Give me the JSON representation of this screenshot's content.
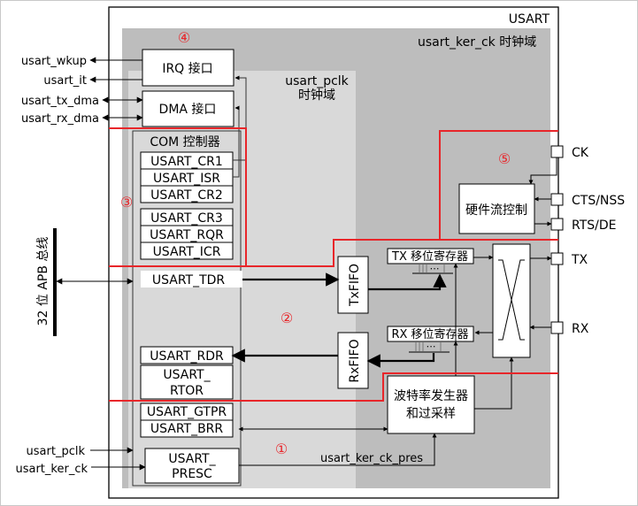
{
  "colors": {
    "outer_domain": "#b9b9b9",
    "pclk_domain": "#d9d9d9",
    "ker_domain": "#c4c4c4",
    "box": "#ffffff",
    "line": "#000000",
    "highlight": "#e8262a"
  },
  "titles": {
    "usart": "USART",
    "ker_domain": "usart_ker_ck  时钟域",
    "pclk_domain_line1": "usart_pclk",
    "pclk_domain_line2": "时钟域"
  },
  "bus_label": "32 位 APB 总线",
  "left_signals": {
    "wkup": "usart_wkup",
    "it": "usart_it",
    "tx_dma": "usart_tx_dma",
    "rx_dma": "usart_rx_dma",
    "pclk": "usart_pclk",
    "ker_ck": "usart_ker_ck"
  },
  "interfaces": {
    "irq": "IRQ 接口",
    "dma": "DMA 接口",
    "com": "COM 控制器"
  },
  "registers": {
    "cr1": "USART_CR1",
    "isr": "USART_ISR",
    "cr2": "USART_CR2",
    "cr3": "USART_CR3",
    "rqr": "USART_RQR",
    "icr": "USART_ICR",
    "tdr": "USART_TDR",
    "rdr": "USART_RDR",
    "rtor_line1": "USART_",
    "rtor_line2": "RTOR",
    "gtpr": "USART_GTPR",
    "brr": "USART_BRR",
    "presc_line1": "USART_",
    "presc_line2": "PRESC"
  },
  "fifos": {
    "tx": "TxFIFO",
    "rx": "RxFIFO"
  },
  "shift_registers": {
    "tx": "TX 移位寄存器",
    "rx": "RX 移位寄存器",
    "dots": "⋯"
  },
  "hw_flow": "硬件流控制",
  "baud_line1": "波特率发生器",
  "baud_line2": "和过采样",
  "ker_ck_pres": "usart_ker_ck_pres",
  "pins": {
    "ck": "CK",
    "cts": "CTS/NSS",
    "rts": "RTS/DE",
    "tx": "TX",
    "rx": "RX"
  },
  "markers": {
    "m1": "①",
    "m2": "②",
    "m3": "③",
    "m4": "④",
    "m5": "⑤"
  }
}
